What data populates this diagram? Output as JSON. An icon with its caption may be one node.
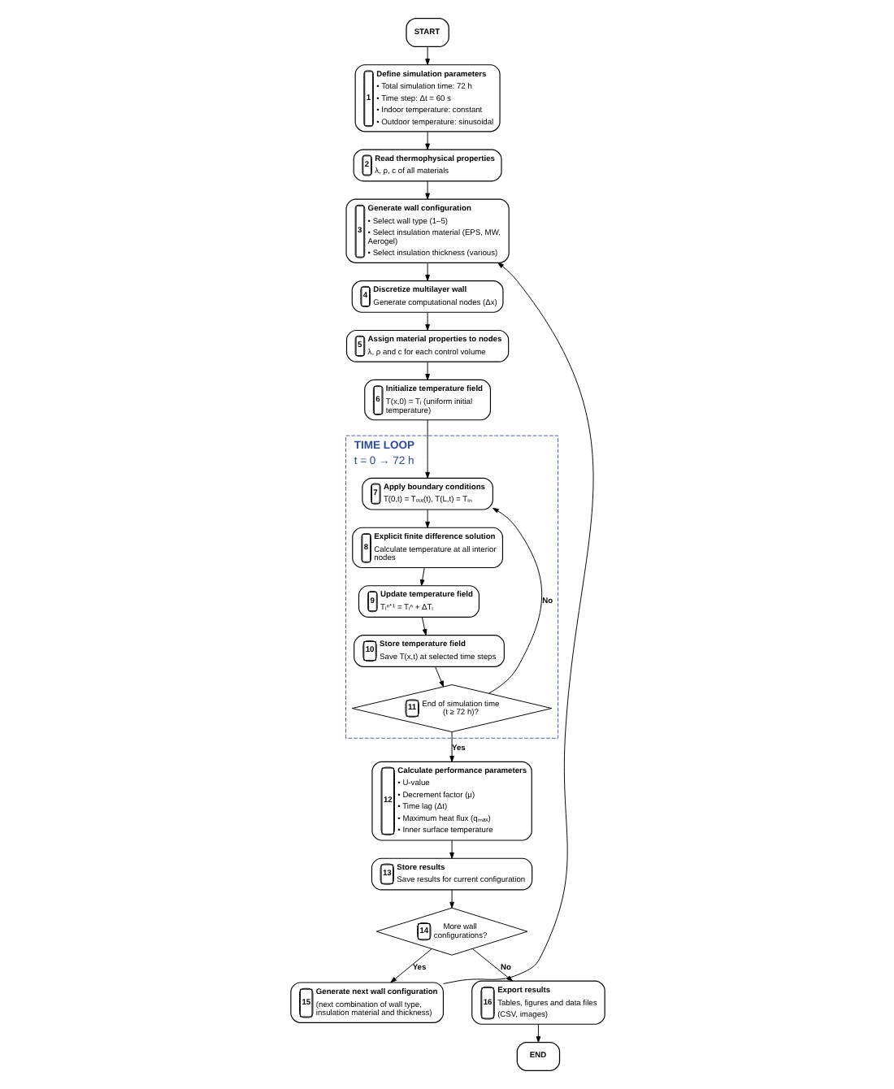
{
  "diagram": {
    "nodes": [
      {
        "text": [
          "START"
        ]
      },
      {
        "text": [
          "1",
          "Define simulation parameters",
          "• Total simulation time: 72 h",
          "• Time step: Δt = 60 s",
          "• Indoor temperature: constant",
          "• Outdoor temperature: sinusoidal"
        ]
      },
      {
        "text": [
          "2",
          "Read thermophysical properties",
          "λ, ρ, c of all materials"
        ]
      },
      {
        "text": [
          "3",
          "Generate wall configuration",
          "• Select wall type (1–5)",
          "• Select insulation material (EPS, MW, Aerogel)",
          "• Select insulation thickness (various)"
        ]
      },
      {
        "text": [
          "4",
          "Discretize multilayer wall",
          "Generate computational nodes (Δx)"
        ]
      },
      {
        "text": [
          "5",
          "Assign material properties to nodes",
          "λ, ρ and c for each control volume"
        ]
      },
      {
        "text": [
          "6",
          "Initialize temperature field",
          "T(x,0) = Tᵢ (uniform initial temperature)"
        ]
      },
      {
        "text": [
          "TIME LOOP",
          "t = 0 → 72 h"
        ]
      },
      {
        "text": [
          "7",
          "Apply boundary conditions",
          "T(0,t) = Tₒᵤₜ(t), T(L,t) = Tᵢₙ"
        ],
        "in": 7
      },
      {
        "text": [
          "8",
          "Explicit finite difference solution",
          "Calculate temperature at all interior nodes"
        ],
        "in": 7
      },
      {
        "text": [
          "9",
          "Update temperature field",
          "Tᵢⁿ⁺¹ = Tᵢⁿ + ΔTᵢ"
        ],
        "in": 7
      },
      {
        "text": [
          "10",
          "Store temperature field",
          "Save T(x,t) at selected time steps"
        ],
        "in": 7
      },
      {
        "text": [
          "11",
          "End of simulation time (t ≥ 72 h)?"
        ],
        "in": 7
      },
      {
        "text": [
          "12",
          "Calculate performance parameters",
          "• U-value",
          "• Decrement factor (μ)",
          "• Time lag (Δt)",
          "• Maximum heat flux (qₘₐₓ)",
          "• Inner surface temperature"
        ]
      },
      {
        "text": [
          "13",
          "Store results",
          "Save results for current configuration"
        ]
      },
      {
        "text": [
          "14",
          "More wall configurations?"
        ]
      },
      {
        "text": [
          "15",
          "Generate next wall configuration",
          "(next combination of wall type, insulation material and thickness)"
        ]
      },
      {
        "text": [
          "16",
          "Export results",
          "Tables, figures and data files",
          "(CSV, images)"
        ]
      },
      {
        "text": [
          "END"
        ]
      }
    ],
    "edges": [
      {
        "from": 0,
        "to": 1,
        "arrow": "to"
      },
      {
        "from": 1,
        "to": 2,
        "arrow": "to"
      },
      {
        "from": 2,
        "to": 3,
        "arrow": "to"
      },
      {
        "from": 3,
        "to": 4,
        "arrow": "to"
      },
      {
        "from": 4,
        "to": 5,
        "arrow": "to"
      },
      {
        "from": 5,
        "to": 6,
        "arrow": "to"
      },
      {
        "from": 6,
        "to": 8,
        "arrow": "to"
      },
      {
        "from": 8,
        "to": 9,
        "arrow": "to"
      },
      {
        "from": 9,
        "to": 10,
        "arrow": "to"
      },
      {
        "from": 10,
        "to": 11,
        "arrow": "to"
      },
      {
        "from": 11,
        "to": 12,
        "arrow": "to"
      },
      {
        "from": 12,
        "to": 8,
        "arrow": "to",
        "label": "No"
      },
      {
        "from": 12,
        "to": 13,
        "arrow": "to",
        "label": "Yes"
      },
      {
        "from": 13,
        "to": 14,
        "arrow": "to"
      },
      {
        "from": 14,
        "to": 15,
        "arrow": "to"
      },
      {
        "from": 15,
        "to": 16,
        "arrow": "to",
        "label": "Yes"
      },
      {
        "from": 16,
        "to": 3,
        "arrow": "to"
      },
      {
        "from": 15,
        "to": 17,
        "arrow": "to",
        "label": "No"
      },
      {
        "from": 17,
        "to": 18,
        "arrow": "to"
      }
    ]
  }
}
